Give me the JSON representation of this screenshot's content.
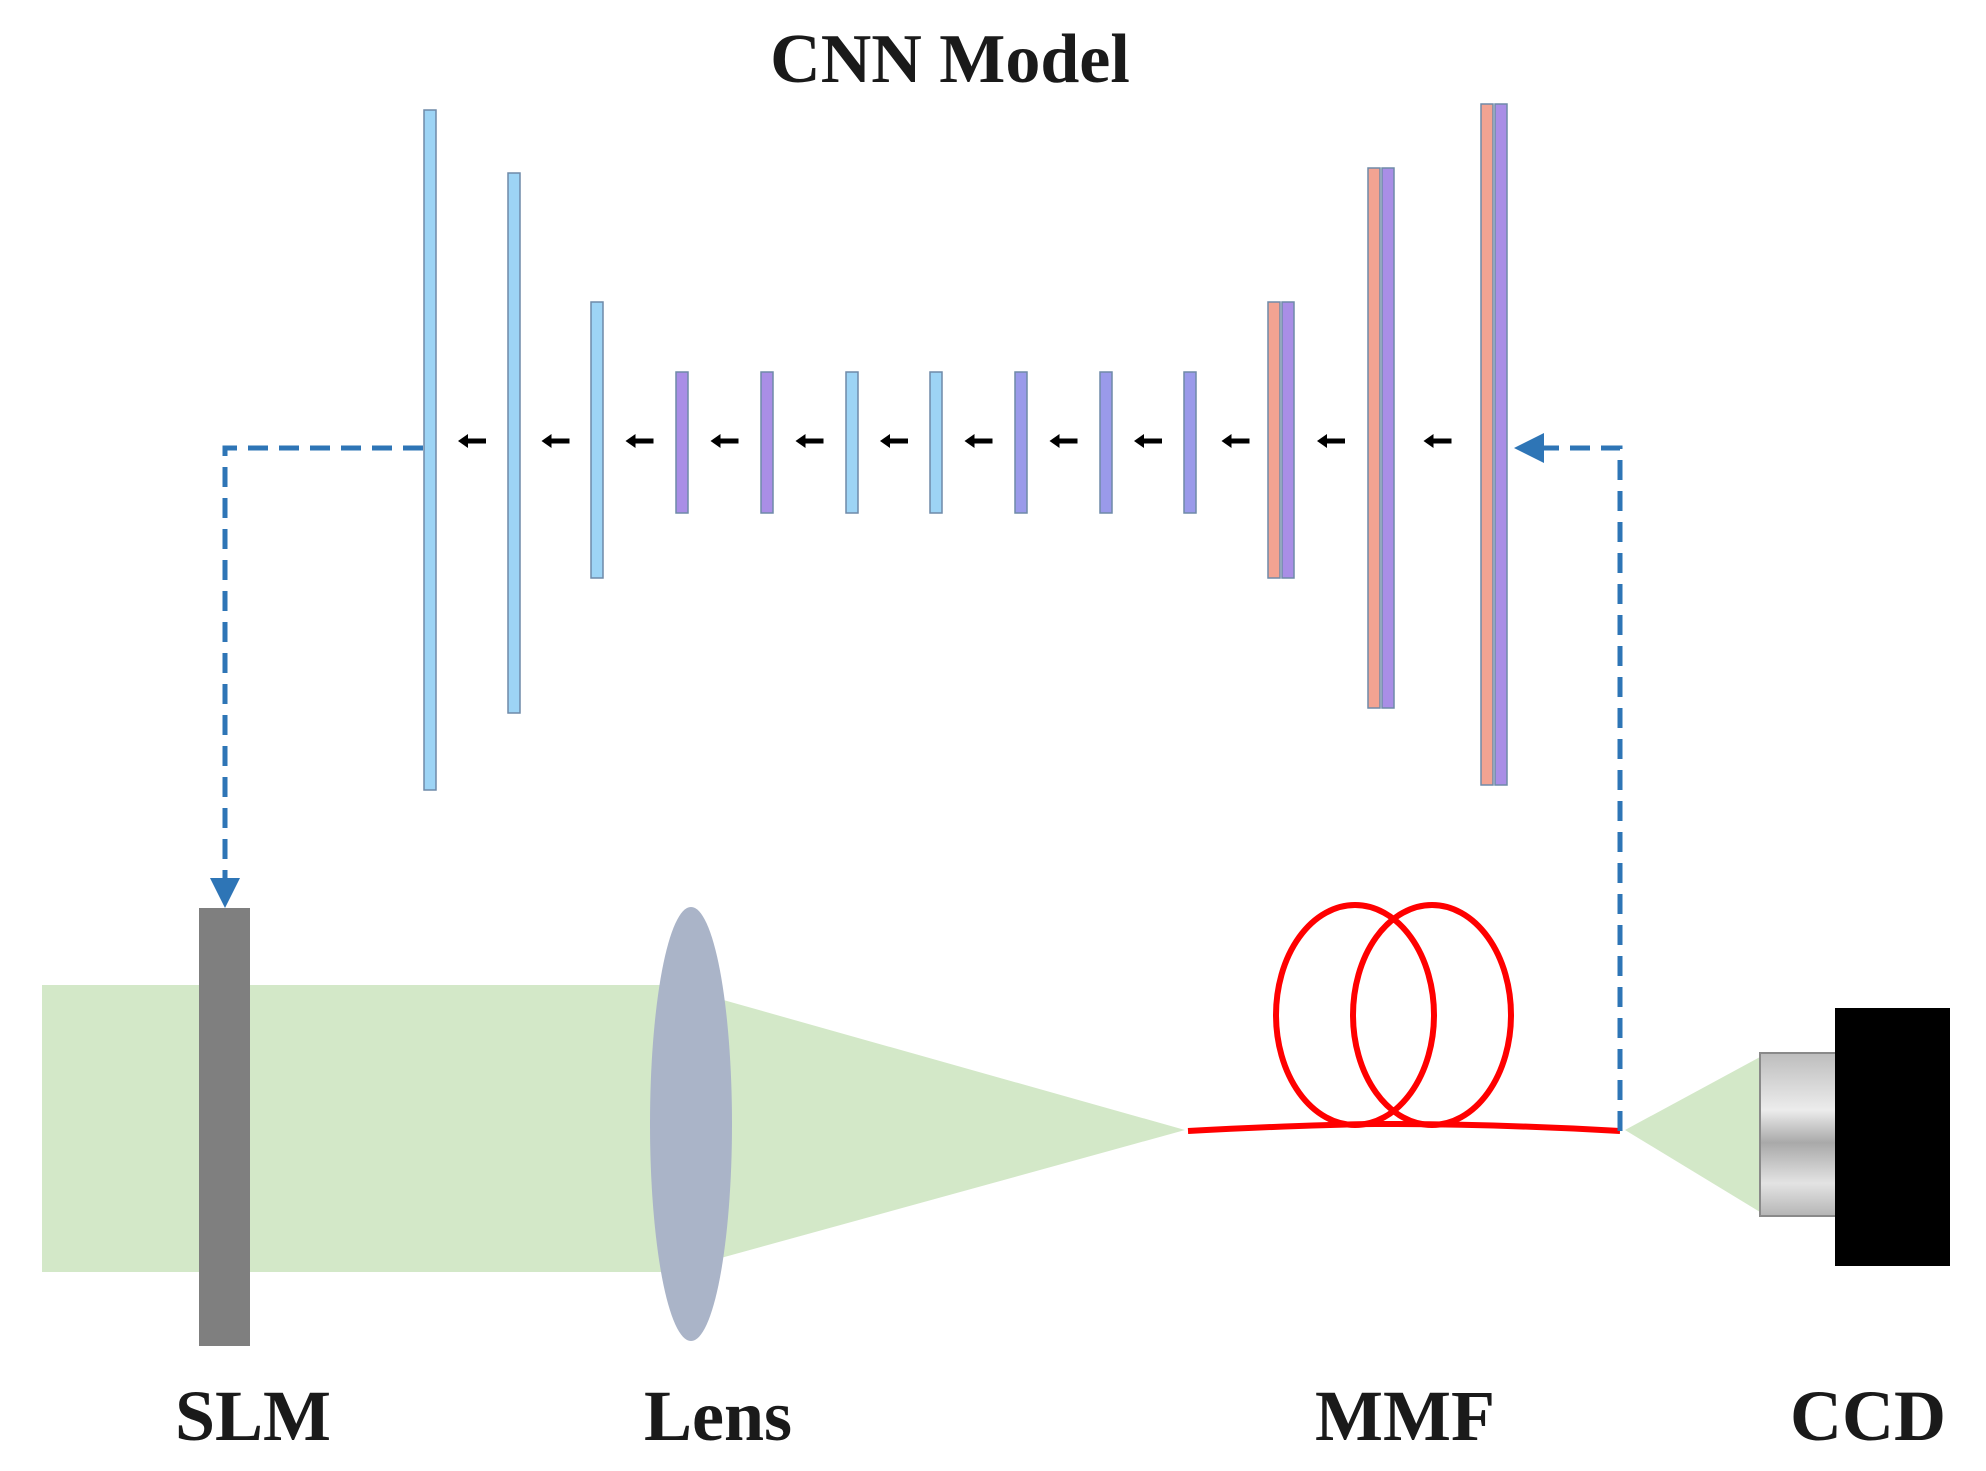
{
  "title": "CNN Model",
  "components": {
    "slm": "SLM",
    "lens": "Lens",
    "mmf": "MMF",
    "ccd": "CCD"
  },
  "colors": {
    "beam": "#d3e8c8",
    "slm": "#7f7f7f",
    "lens": "#aab4c8",
    "fiber": "#ff0000",
    "ccd_body": "#000000",
    "ccd_lens": "#c8c8c8",
    "dashed_arrow": "#2e75b6",
    "layer_blue": "#9dd4f5",
    "layer_purple": "#a98ee6",
    "layer_violet": "#9a9aea",
    "layer_salmon": "#f2a392",
    "layer_arrow": "#000000"
  },
  "cnn_layers": [
    {
      "index": 1,
      "colors": [
        "#9dd4f5"
      ]
    },
    {
      "index": 2,
      "colors": [
        "#9dd4f5"
      ]
    },
    {
      "index": 3,
      "colors": [
        "#9dd4f5"
      ]
    },
    {
      "index": 4,
      "colors": [
        "#a98ee6"
      ]
    },
    {
      "index": 5,
      "colors": [
        "#a98ee6"
      ]
    },
    {
      "index": 6,
      "colors": [
        "#9dd4f5"
      ]
    },
    {
      "index": 7,
      "colors": [
        "#9dd4f5"
      ]
    },
    {
      "index": 8,
      "colors": [
        "#9a9aea"
      ]
    },
    {
      "index": 9,
      "colors": [
        "#9a9aea"
      ]
    },
    {
      "index": 10,
      "colors": [
        "#9a9aea"
      ]
    },
    {
      "index": 11,
      "colors": [
        "#f2a392",
        "#a98ee6"
      ]
    },
    {
      "index": 12,
      "colors": [
        "#f2a392",
        "#a98ee6"
      ]
    },
    {
      "index": 13,
      "colors": [
        "#f2a392",
        "#a98ee6"
      ]
    }
  ]
}
